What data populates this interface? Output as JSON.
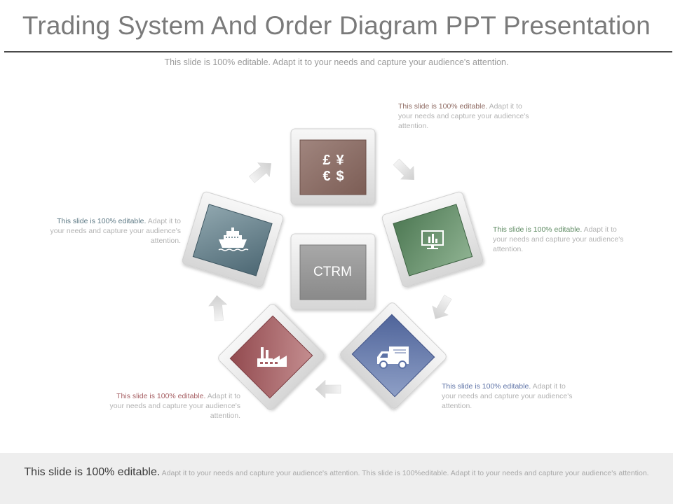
{
  "title": "Trading System And Order Diagram PPT Presentation",
  "subtitle": "This slide is 100% editable. Adapt it to your needs and capture your audience's attention.",
  "center": {
    "label": "CTRM"
  },
  "nodes": [
    {
      "id": "currency",
      "icon": "currency-icon",
      "color": "#8e7068",
      "glyphs": [
        "£",
        "¥",
        "€",
        "$"
      ]
    },
    {
      "id": "analytics",
      "icon": "monitor-chart-icon",
      "color": "#5e8a62"
    },
    {
      "id": "logistics",
      "icon": "truck-icon",
      "color": "#5d72a6"
    },
    {
      "id": "production",
      "icon": "factory-icon",
      "color": "#a65f63"
    },
    {
      "id": "shipping",
      "icon": "ship-icon",
      "color": "#5c7884"
    }
  ],
  "captions": [
    {
      "id": "currency",
      "lead": "This slide is 100% editable.",
      "body": " Adapt it to your needs and capture your audience's attention.",
      "lead_color": "#8e6a62"
    },
    {
      "id": "analytics",
      "lead": "This slide is 100% editable.",
      "body": " Adapt it to your needs and capture your audience's attention.",
      "lead_color": "#5e8a62"
    },
    {
      "id": "logistics",
      "lead": "This slide is 100% editable.",
      "body": " Adapt it to your needs and capture your audience's attention.",
      "lead_color": "#5d72a6"
    },
    {
      "id": "production",
      "lead": "This slide is 100% editable.",
      "body": " Adapt it to your needs and capture your audience's attention.",
      "lead_color": "#a65f63"
    },
    {
      "id": "shipping",
      "lead": "This slide is 100% editable.",
      "body": " Adapt it to your needs and capture your audience's attention.",
      "lead_color": "#5c7884"
    }
  ],
  "footer": {
    "lead": "This slide is 100% editable.",
    "body": " Adapt it to your needs and capture your audience's attention. This slide is 100%editable. Adapt it to your needs and capture your audience's attention."
  }
}
